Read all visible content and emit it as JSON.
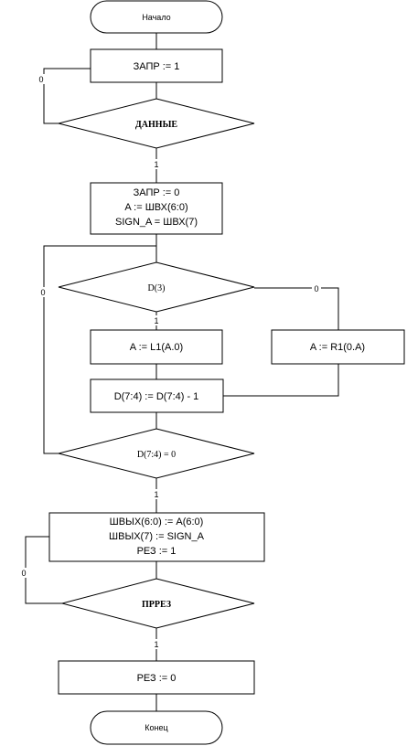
{
  "flowchart": {
    "start_label": "Начало",
    "end_label": "Конец",
    "step_zapr_set": "ЗАПР := 1",
    "decision_data": "ДАННЫЕ",
    "init_lines": [
      "ЗАПР := 0",
      "A := ШВХ(6:0)",
      "SIGN_A = ШВХ(7)"
    ],
    "decision_d3": "D(3)",
    "step_shift_left": "A := L1(A.0)",
    "step_shift_right": "A := R1(0.A)",
    "step_decrement": "D(7:4) := D(7:4) - 1",
    "decision_d74": "D(7:4) = 0",
    "output_lines": [
      "ШВЫХ(6:0) := A(6:0)",
      "ШВЫХ(7) := SIGN_A",
      "РЕЗ := 1"
    ],
    "decision_prrez": "ПРРЕЗ",
    "step_rez_reset": "РЕЗ := 0",
    "branch_labels": {
      "data_no": "0",
      "data_yes": "1",
      "d3_yes": "1",
      "d3_no": "0",
      "d74_no": "0",
      "d74_yes": "1",
      "prrez_no": "0",
      "prrez_yes": "1"
    }
  }
}
